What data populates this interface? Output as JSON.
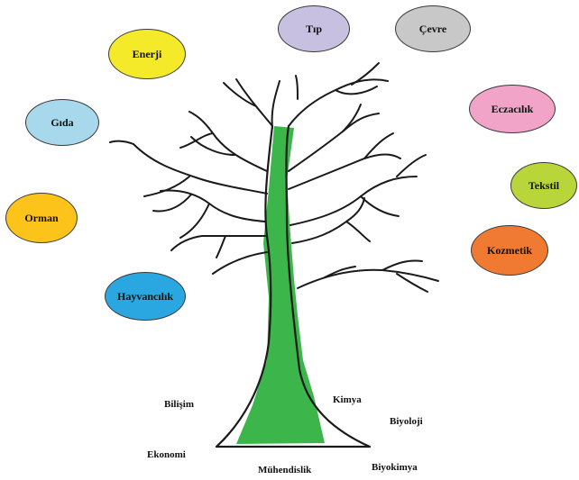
{
  "colors": {
    "trunk_fill": "#3cb54a",
    "outline": "#1a1a1a",
    "bubble_border": "#3a3a3a"
  },
  "application_areas": [
    {
      "label": "Tıp",
      "color": "#c8c0e0"
    },
    {
      "label": "Çevre",
      "color": "#c8c8c8"
    },
    {
      "label": "Enerji",
      "color": "#f5ea2a"
    },
    {
      "label": "Eczacılık",
      "color": "#f2a3c8"
    },
    {
      "label": "Gıda",
      "color": "#a8d8ec"
    },
    {
      "label": "Tekstil",
      "color": "#b8d63a"
    },
    {
      "label": "Orman",
      "color": "#fcc41a"
    },
    {
      "label": "Kozmetik",
      "color": "#f07a32"
    },
    {
      "label": "Hayvancılık",
      "color": "#2aa6e0"
    }
  ],
  "root_disciplines": [
    "Bilişim",
    "Kimya",
    "Biyoloji",
    "Ekonomi",
    "Mühendislik",
    "Biyokimya"
  ]
}
